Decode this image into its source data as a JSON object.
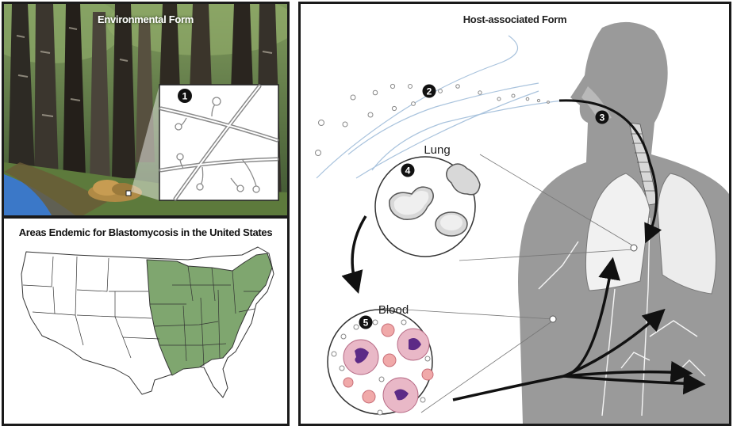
{
  "environmental": {
    "title": "Environmental Form",
    "step": "1"
  },
  "map": {
    "title": "Areas Endemic for Blastomycosis in the United States",
    "endemic_color": "#7fa66f"
  },
  "host": {
    "title": "Host-associated Form",
    "steps": {
      "spores": "2",
      "inhalation": "3",
      "lung": "4",
      "blood": "5"
    },
    "lung_label": "Lung",
    "blood_label": "Blood"
  }
}
